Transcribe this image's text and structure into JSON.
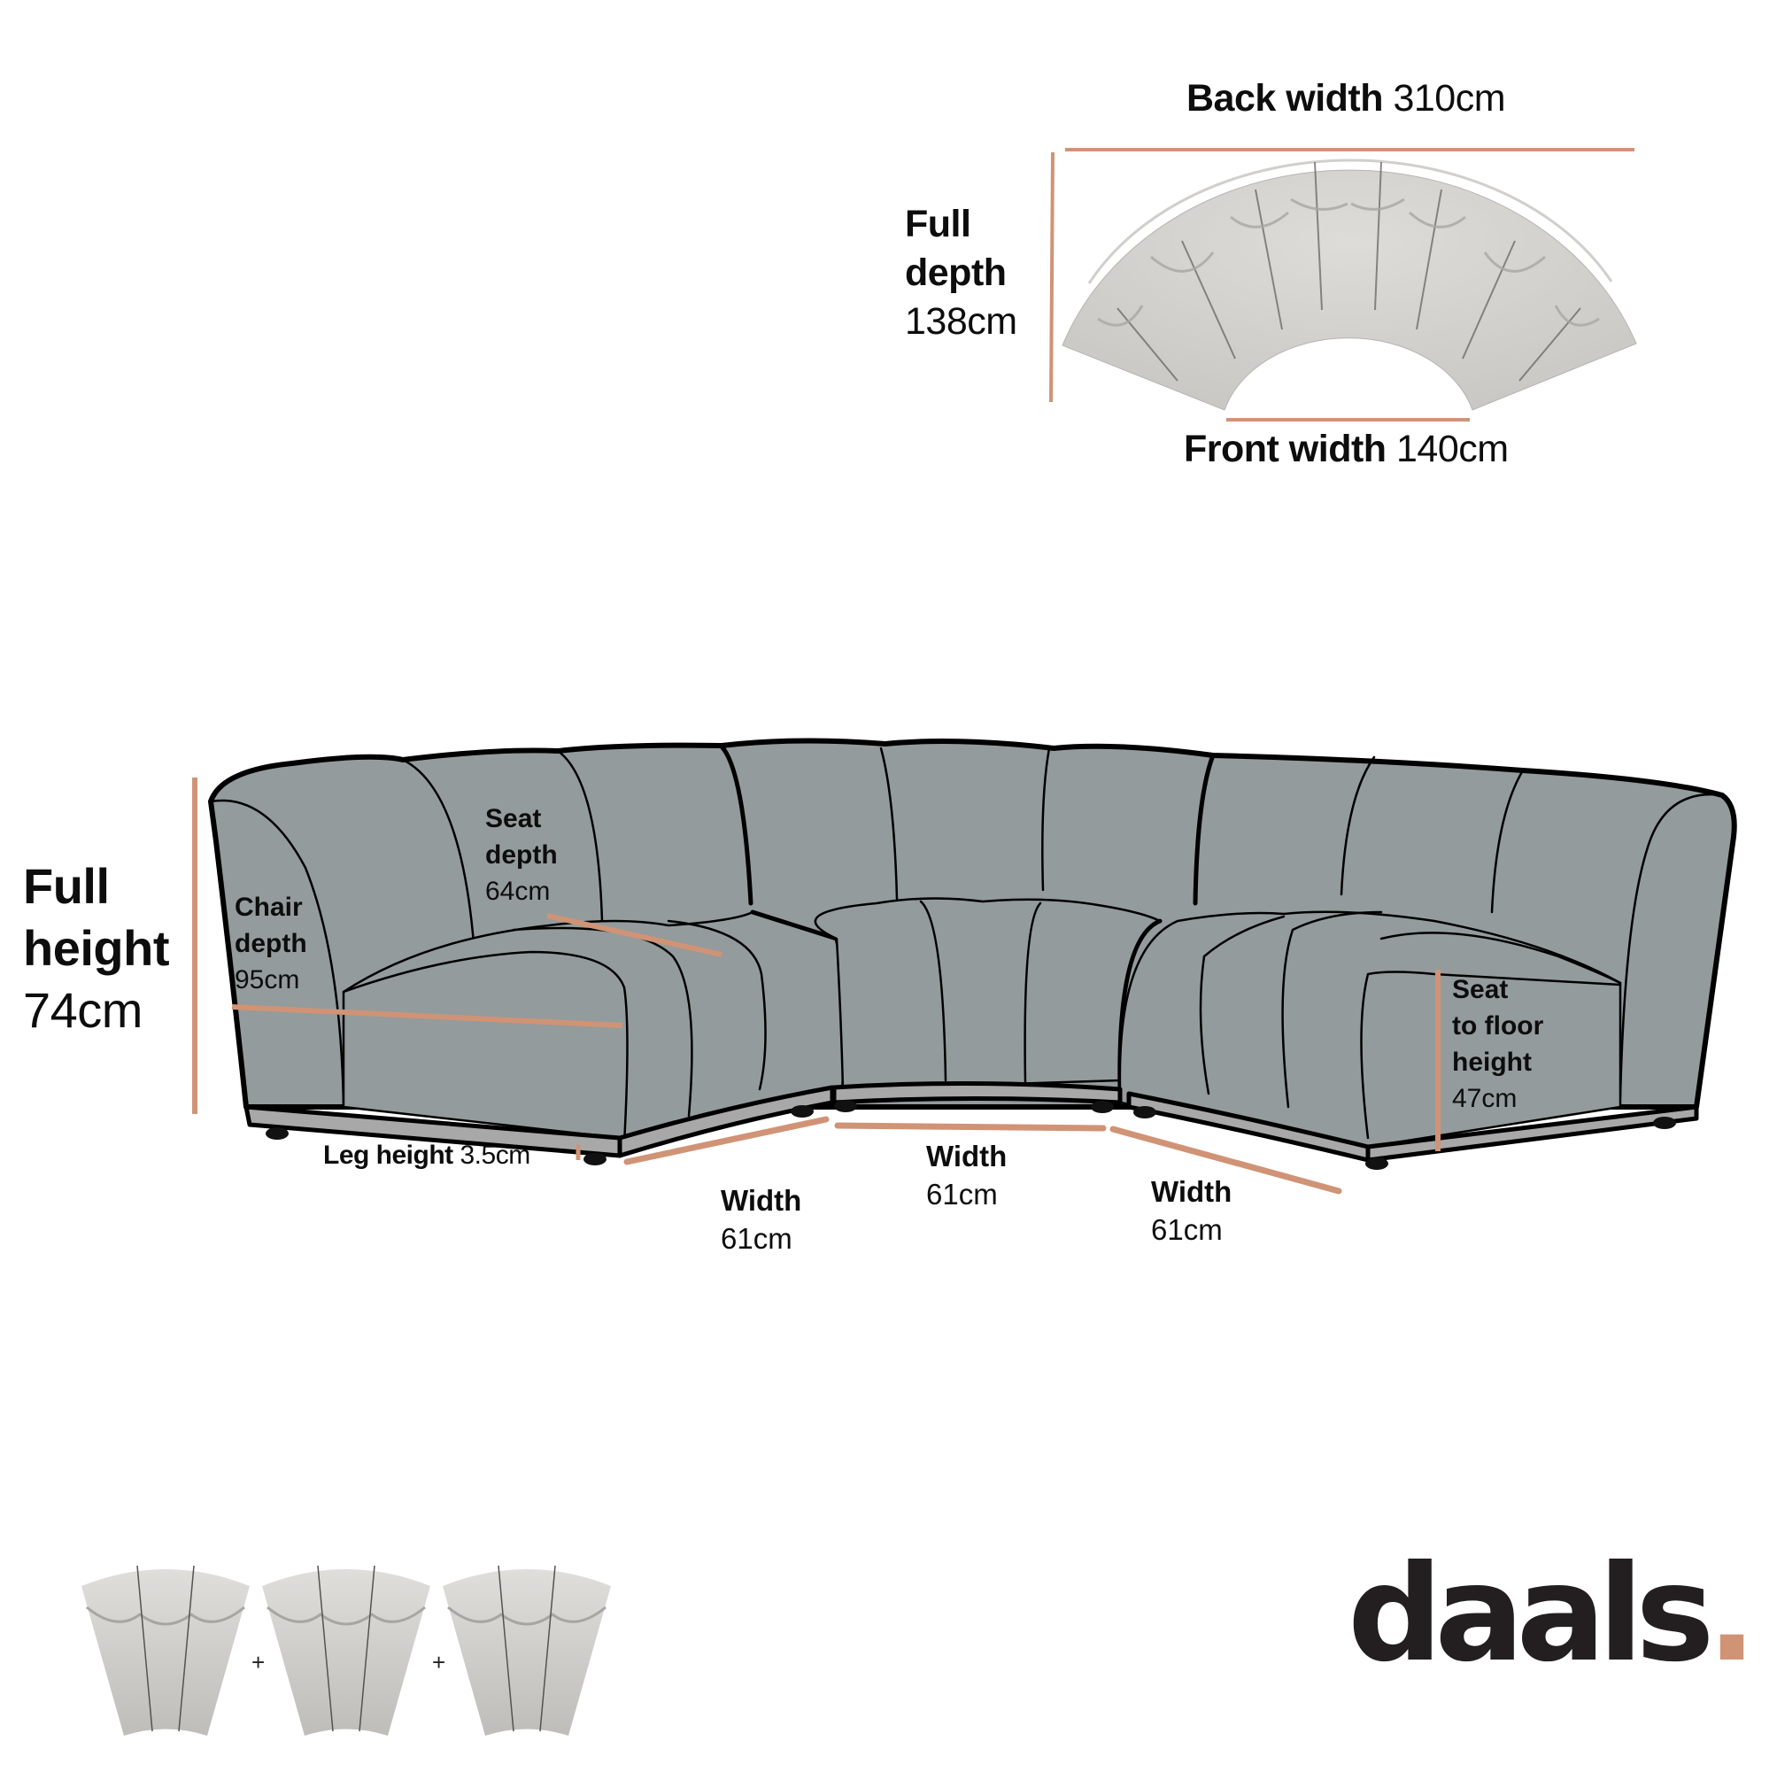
{
  "product": {
    "brand": "daals",
    "brand_dot": ".",
    "accent_color": "#D09376",
    "sofa_fill_color": "#949B9C",
    "plinth_color": "#A8A8A8",
    "topview_fabric_color": "#D6D4D0"
  },
  "top_view": {
    "back_width": {
      "label": "Back width",
      "value": "310cm"
    },
    "front_width": {
      "label": "Front width",
      "value": "140cm"
    },
    "full_depth": {
      "label_line1": "Full",
      "label_line2": "depth",
      "value": "138cm"
    }
  },
  "front_view": {
    "full_height": {
      "label_line1": "Full",
      "label_line2": "height",
      "value": "74cm"
    },
    "chair_depth": {
      "label_line1": "Chair",
      "label_line2": "depth",
      "value": "95cm"
    },
    "seat_depth": {
      "label_line1": "Seat",
      "label_line2": "depth",
      "value": "64cm"
    },
    "seat_to_floor": {
      "label_line1": "Seat",
      "label_line2": "to floor",
      "label_line3": "height",
      "value": "47cm"
    },
    "leg_height": {
      "label": "Leg height",
      "value": "3.5cm"
    },
    "widths": [
      {
        "label": "Width",
        "value": "61cm"
      },
      {
        "label": "Width",
        "value": "61cm"
      },
      {
        "label": "Width",
        "value": "61cm"
      }
    ]
  },
  "modules": {
    "count": 3,
    "separator": "+",
    "items": [
      {
        "name": "corner-module"
      },
      {
        "name": "corner-module"
      },
      {
        "name": "corner-module"
      }
    ]
  }
}
